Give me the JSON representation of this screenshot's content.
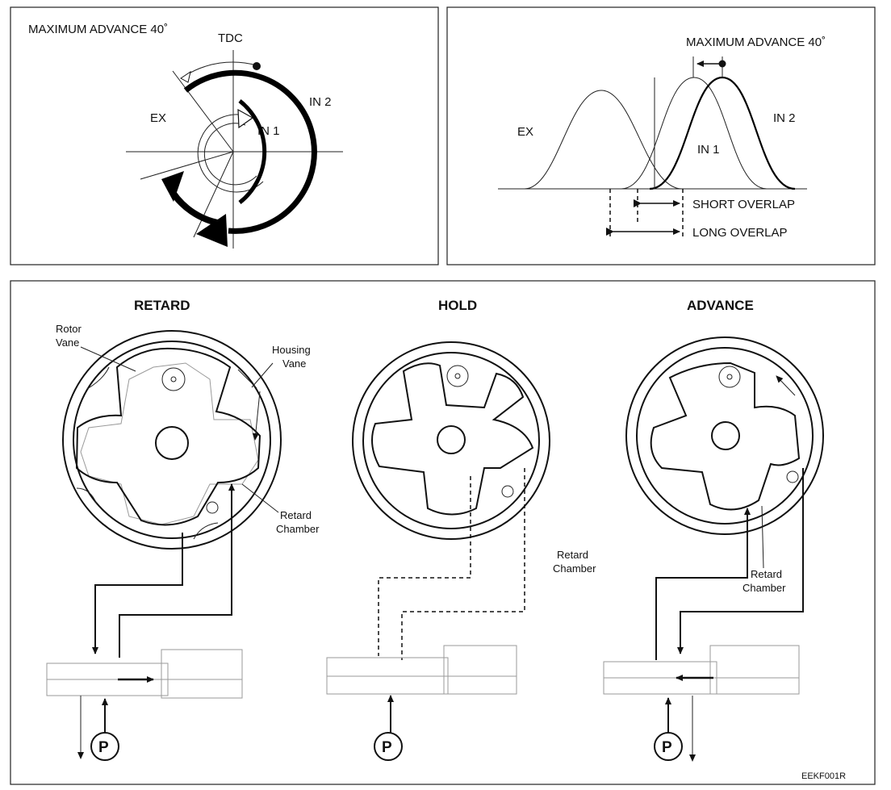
{
  "top_left": {
    "max_advance": "MAXIMUM ADVANCE 40˚",
    "tdc": "TDC",
    "ex": "EX",
    "in1": "IN 1",
    "in2": "IN 2"
  },
  "top_right": {
    "max_advance": "MAXIMUM ADVANCE 40˚",
    "ex": "EX",
    "in1": "IN 1",
    "in2": "IN 2",
    "short_overlap": "SHORT OVERLAP",
    "long_overlap": "LONG OVERLAP"
  },
  "bottom": {
    "retard": {
      "title": "RETARD",
      "rotor_vane": [
        "Rotor",
        "Vane"
      ],
      "housing_vane": [
        "Housing",
        "Vane"
      ],
      "retard_chamber": [
        "Retard",
        "Chamber"
      ],
      "pump": "P"
    },
    "hold": {
      "title": "HOLD",
      "retard_chamber": [
        "Retard",
        "Chamber"
      ],
      "pump": "P"
    },
    "advance": {
      "title": "ADVANCE",
      "retard_chamber": [
        "Retard",
        "Chamber"
      ],
      "pump": "P"
    },
    "figure_code": "EEKF001R"
  }
}
